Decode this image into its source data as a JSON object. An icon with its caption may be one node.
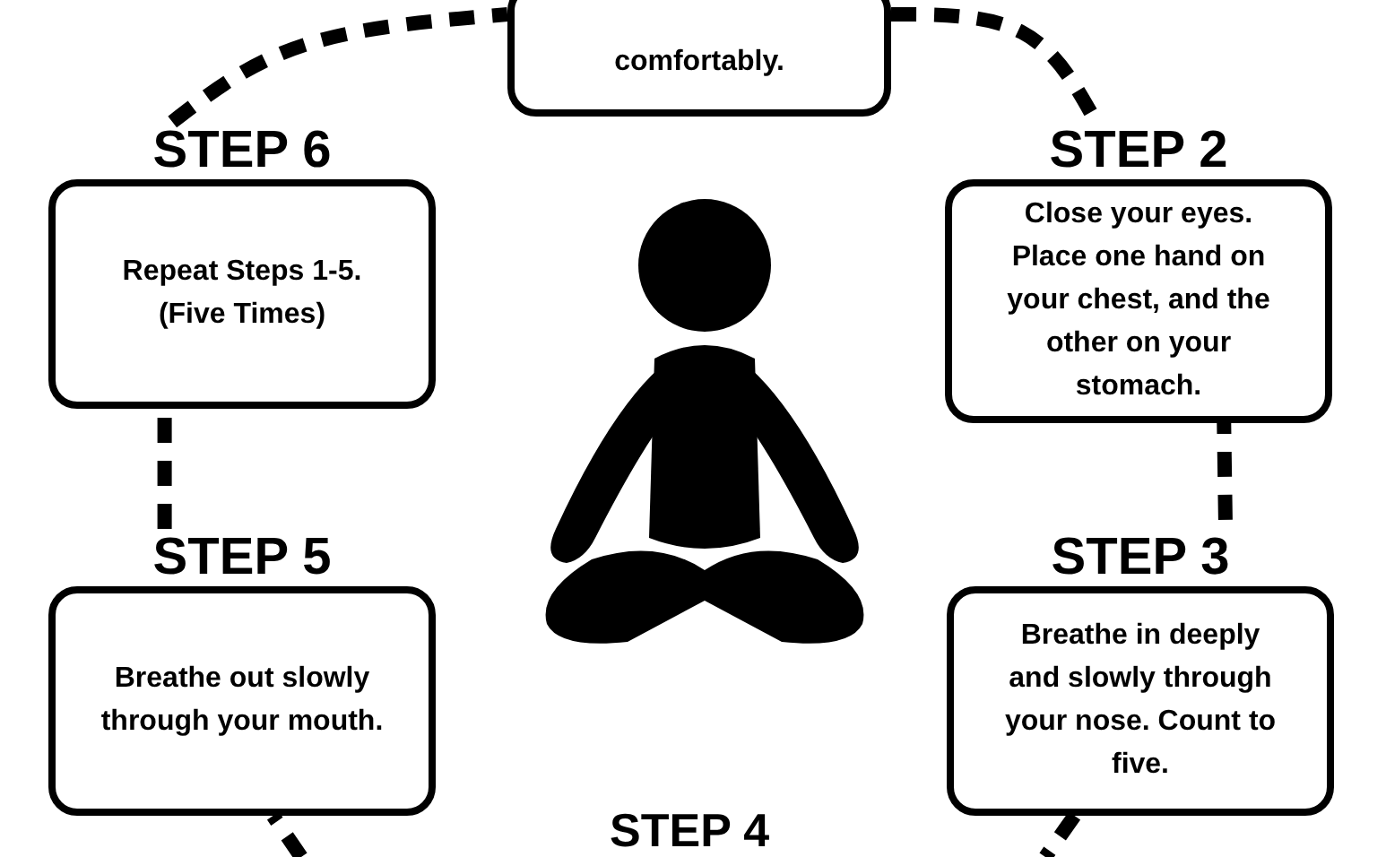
{
  "diagram": {
    "nodes": [
      {
        "text": [
          "comfortably."
        ]
      },
      {
        "text": [
          "STEP 6",
          "Repeat Steps 1-5. (Five Times)"
        ]
      },
      {
        "text": [
          "STEP 2",
          "Close your eyes. Place one hand on your chest, and the other on your stomach."
        ]
      },
      {
        "text": [
          "STEP 5",
          "Breathe out slowly through your mouth."
        ]
      },
      {
        "text": [
          "STEP 3",
          "Breathe in deeply and slowly through your nose. Count to five."
        ]
      }
    ],
    "edges": [
      {
        "from": 0,
        "to": 2,
        "arrow": "none",
        "style": "dashed"
      },
      {
        "from": 2,
        "to": 4,
        "arrow": "none",
        "style": "dashed"
      },
      {
        "from": 4,
        "to": null,
        "arrow": "none",
        "style": "dashed"
      },
      {
        "from": null,
        "to": 3,
        "arrow": "none",
        "style": "dashed"
      },
      {
        "from": 3,
        "to": 1,
        "arrow": "none",
        "style": "dashed"
      },
      {
        "from": 1,
        "to": 0,
        "arrow": "none",
        "style": "dashed"
      }
    ],
    "labels": [
      "STEP 4"
    ]
  }
}
